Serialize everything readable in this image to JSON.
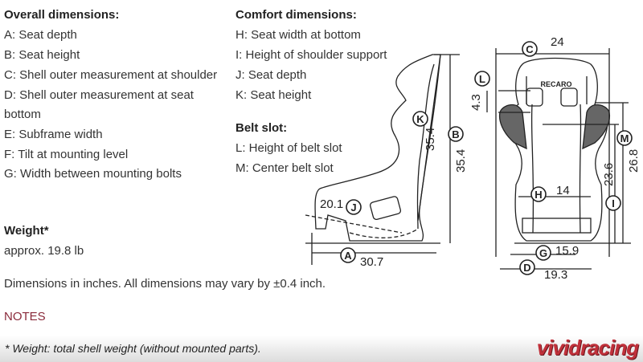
{
  "overall": {
    "title": "Overall dimensions:",
    "items": [
      "A: Seat depth",
      "B: Seat height",
      "C: Shell outer measurement at shoulder",
      "D: Shell outer measurement at seat",
      "bottom",
      "E: Subframe width",
      "F: Tilt at mounting level",
      "G: Width between mounting bolts"
    ]
  },
  "comfort": {
    "title": "Comfort dimensions:",
    "items": [
      "H: Seat width at bottom",
      "I: Height of shoulder support",
      "J: Seat depth",
      "K: Seat height"
    ]
  },
  "belt": {
    "title": "Belt slot:",
    "items": [
      "L: Height of belt slot",
      "M: Center belt slot"
    ]
  },
  "weight": {
    "title": "Weight*",
    "value": "approx. 19.8 lb"
  },
  "dimensions_note": "Dimensions in inches. All dimensions may vary by ±0.4 inch.",
  "notes_label": "NOTES",
  "footnote": "* Weight: total shell weight (without mounted parts).",
  "logo": "vividracing",
  "diagram": {
    "brand": "RECARO",
    "labels": {
      "A": "A",
      "B": "B",
      "C": "C",
      "D": "D",
      "G": "G",
      "H": "H",
      "I": "I",
      "J": "J",
      "K": "K",
      "L": "L",
      "M": "M"
    },
    "values": {
      "A": "30.7",
      "B": "35.4",
      "C": "24",
      "D": "19.3",
      "G": "15.9",
      "H": "14",
      "I": "23.6",
      "J": "20.1",
      "K": "35.4",
      "L": "4.3",
      "M": "26.8"
    }
  },
  "colors": {
    "notes": "#8a2a3a",
    "logo": "#c0303a"
  }
}
